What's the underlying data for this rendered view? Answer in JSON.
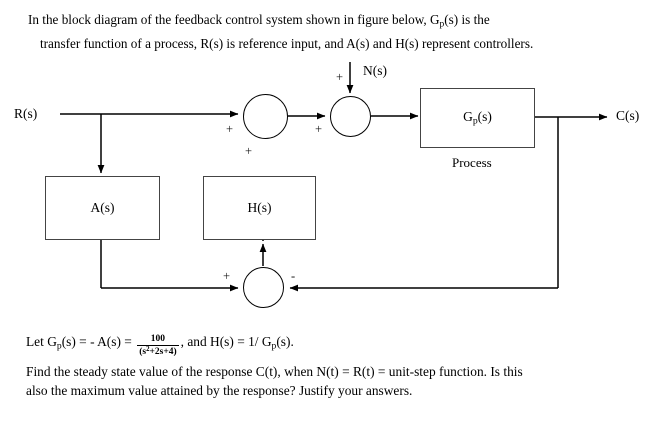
{
  "document": {
    "intro_line1": "In the block diagram of the feedback control system shown in figure below, Gₚ(s) is the",
    "intro_line2": "transfer function of a process, R(s) is reference input, and A(s) and H(s) represent controllers.",
    "question_line1_pre": "Let G",
    "question_line1_sub": "p",
    "question_line1_mid": "(s) = - A(s) = ",
    "fraction_numerator": "100",
    "fraction_denominator": "(s²+2s+4)",
    "question_line1_post": ", and H(s) = 1/ G",
    "question_line1_post2": "(s).",
    "question_line2": "Find the steady state value of the response C(t), when N(t) =  R(t) = unit-step function. Is this",
    "question_line3": "also the maximum value attained by the response? Justify your answers."
  },
  "diagram": {
    "title": "feedback-control-block-diagram",
    "input_label": "R(s)",
    "output_label": "C(s)",
    "disturbance_label": "N(s)",
    "blocks": [
      {
        "id": "A",
        "label": "A(s)",
        "caption": ""
      },
      {
        "id": "H",
        "label": "H(s)",
        "caption": ""
      },
      {
        "id": "Gp",
        "label_main": "G",
        "label_sub": "p",
        "label_tail": "(s)",
        "caption": "Process"
      }
    ],
    "process_caption": "Process",
    "gp_label_main": "G",
    "gp_label_sub": "p",
    "gp_label_tail": "(s)",
    "a_label": "A(s)",
    "h_label": "H(s)",
    "signs": {
      "sum1_left": "+",
      "sum1_bottom": "+",
      "sum2_left": "+",
      "sum2_top": "+",
      "sum3_left": "+",
      "sum3_right": "-"
    },
    "colors": {
      "line": "#000000",
      "block_border": "#444444",
      "background": "#ffffff",
      "text": "#000000"
    }
  }
}
